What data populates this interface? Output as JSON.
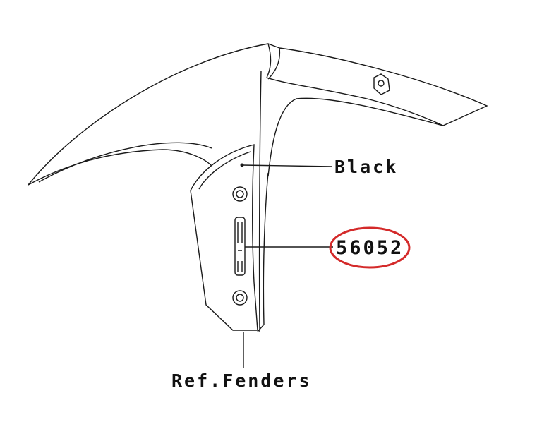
{
  "labels": {
    "color": "Black",
    "part_number": "56052",
    "reference": "Ref.Fenders"
  },
  "colors": {
    "highlight_ring": "#d42a2a",
    "line": "#1a1a1a"
  }
}
